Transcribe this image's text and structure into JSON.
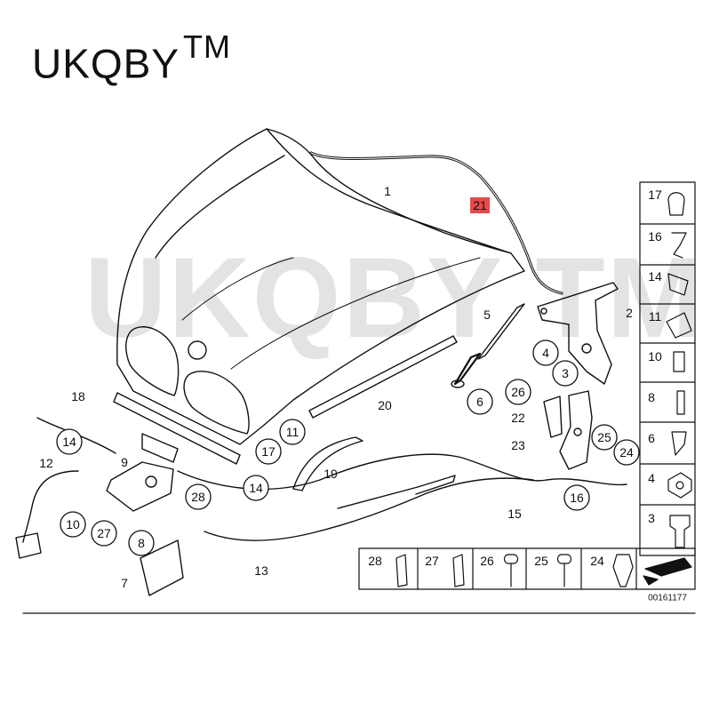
{
  "brand": {
    "name": "UKQBY",
    "tm": "TM"
  },
  "watermark": "UKQBY TM",
  "diagram_id": "00161177",
  "highlight_color": "#e8494b",
  "callouts": [
    {
      "id": "c1",
      "label": "1",
      "circle": false
    },
    {
      "id": "c21",
      "label": "21",
      "circle": false,
      "highlight": true
    },
    {
      "id": "c2",
      "label": "2",
      "circle": false
    },
    {
      "id": "c5",
      "label": "5",
      "circle": false
    },
    {
      "id": "c4",
      "label": "4",
      "circle": true
    },
    {
      "id": "c3",
      "label": "3",
      "circle": true
    },
    {
      "id": "c6",
      "label": "6",
      "circle": true
    },
    {
      "id": "c20",
      "label": "20",
      "circle": false
    },
    {
      "id": "c26",
      "label": "26",
      "circle": true
    },
    {
      "id": "c22",
      "label": "22",
      "circle": false
    },
    {
      "id": "c25",
      "label": "25",
      "circle": true
    },
    {
      "id": "c23",
      "label": "23",
      "circle": false
    },
    {
      "id": "c24",
      "label": "24",
      "circle": true
    },
    {
      "id": "c18",
      "label": "18",
      "circle": false
    },
    {
      "id": "c11",
      "label": "11",
      "circle": true
    },
    {
      "id": "c17",
      "label": "17",
      "circle": true
    },
    {
      "id": "c19",
      "label": "19",
      "circle": false
    },
    {
      "id": "c14a",
      "label": "14",
      "circle": true
    },
    {
      "id": "c9",
      "label": "9",
      "circle": false
    },
    {
      "id": "c12",
      "label": "12",
      "circle": false
    },
    {
      "id": "c28",
      "label": "28",
      "circle": true
    },
    {
      "id": "c14b",
      "label": "14",
      "circle": true
    },
    {
      "id": "c10",
      "label": "10",
      "circle": true
    },
    {
      "id": "c27",
      "label": "27",
      "circle": true
    },
    {
      "id": "c8",
      "label": "8",
      "circle": true
    },
    {
      "id": "c7",
      "label": "7",
      "circle": false
    },
    {
      "id": "c13",
      "label": "13",
      "circle": false
    },
    {
      "id": "c15",
      "label": "15",
      "circle": false
    },
    {
      "id": "c16",
      "label": "16",
      "circle": true
    }
  ],
  "side_parts": [
    "17",
    "16",
    "14",
    "11",
    "10",
    "8",
    "6",
    "4",
    "3"
  ],
  "bottom_parts": [
    "28",
    "27",
    "26",
    "25",
    "24"
  ]
}
